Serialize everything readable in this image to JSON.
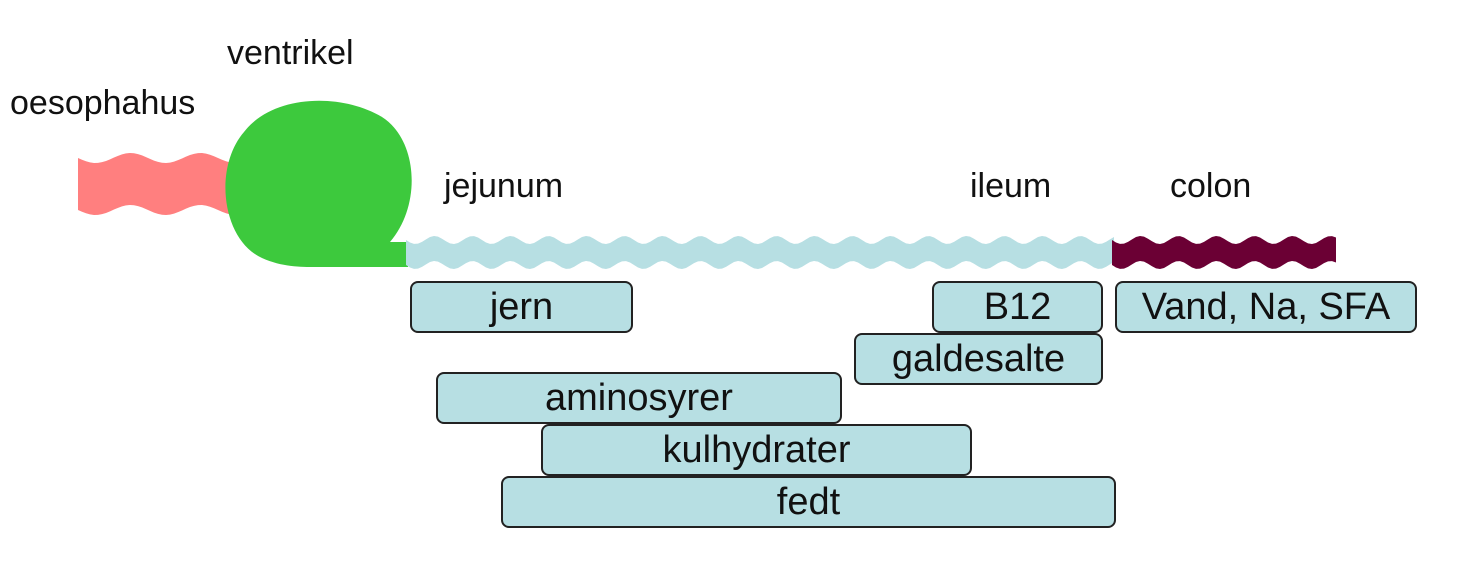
{
  "colors": {
    "oesophagus": "#ff7f7f",
    "ventricle": "#3dc93d",
    "small_intestine": "#b7dfe3",
    "colon": "#6b0034",
    "box_fill": "#b7dfe3",
    "box_border": "#222222",
    "text": "#111111"
  },
  "regions": {
    "oesophagus": "oesophahus",
    "ventricle": "ventrikel",
    "jejunum": "jejunum",
    "ileum": "ileum",
    "colon": "colon"
  },
  "absorption": {
    "jern": "jern",
    "b12": "B12",
    "vand_na_sfa": "Vand, Na, SFA",
    "galdesalte": "galdesalte",
    "aminosyrer": "aminosyrer",
    "kulhydrater": "kulhydrater",
    "fedt": "fedt"
  }
}
